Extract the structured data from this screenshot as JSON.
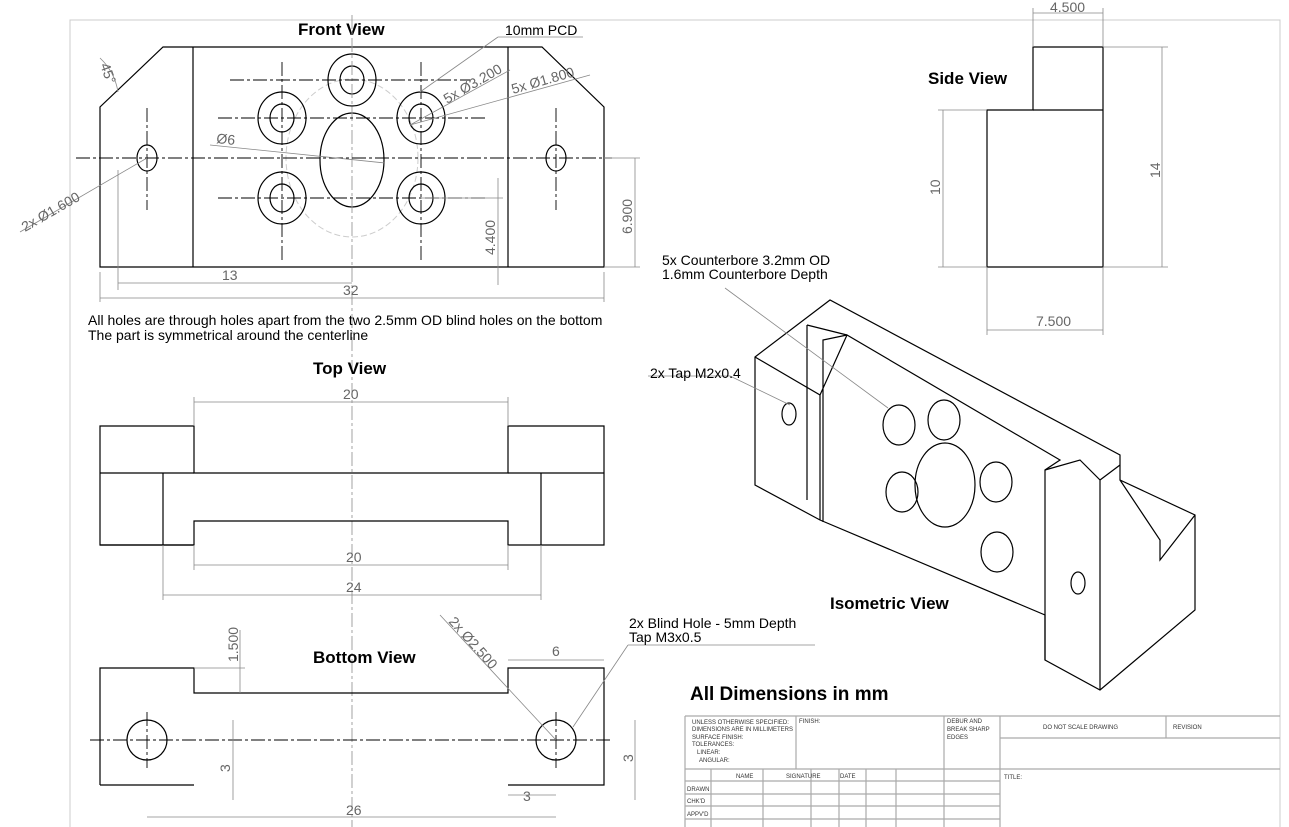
{
  "views": {
    "front": "Front View",
    "side": "Side View",
    "top": "Top View",
    "bottom": "Bottom View",
    "isometric": "Isometric View"
  },
  "front_dims": {
    "pcd": "10mm PCD",
    "cb_od": "5x Ø3.200",
    "hole": "5x Ø1.800",
    "center": "Ø6",
    "side_holes": "2x Ø1.600",
    "angle": "45°",
    "d13": "13",
    "d32": "32",
    "d6900": "6.900",
    "d4400": "4.400"
  },
  "side_dims": {
    "d4500": "4.500",
    "d14": "14",
    "d10": "10",
    "d7500": "7.500"
  },
  "notes": {
    "line1": "All holes are through holes apart from the two 2.5mm OD blind holes on the bottom",
    "line2": "The part is symmetrical around the centerline"
  },
  "top_dims": {
    "top20": "20",
    "bot20": "20",
    "d24": "24"
  },
  "bottom_dims": {
    "d1500": "1.500",
    "blind": "2x Ø2.500",
    "d6": "6",
    "blind_note1": "2x Blind Hole - 5mm Depth",
    "blind_note2": "Tap M3x0.5",
    "d3a": "3",
    "d3b": "3",
    "d3c": "3",
    "d26": "26"
  },
  "iso_notes": {
    "cb1": "5x Counterbore 3.2mm OD",
    "cb2": "1.6mm Counterbore Depth",
    "tap": "2x Tap M2x0.4"
  },
  "all_dims": "All Dimensions in mm",
  "title_block": {
    "unless": [
      "UNLESS OTHERWISE SPECIFIED:",
      "DIMENSIONS ARE IN MILLIMETERS",
      "SURFACE FINISH:",
      "TOLERANCES:",
      "LINEAR:",
      "ANGULAR:"
    ],
    "finish": "FINISH:",
    "debur": [
      "DEBUR AND",
      "BREAK SHARP",
      "EDGES"
    ],
    "dnsd": "DO NOT SCALE DRAWING",
    "revision": "REVISION",
    "title": "TITLE:",
    "cols": [
      "NAME",
      "SIGNATURE",
      "DATE"
    ],
    "rows": [
      "DRAWN",
      "CHK'D",
      "APPV'D"
    ]
  }
}
